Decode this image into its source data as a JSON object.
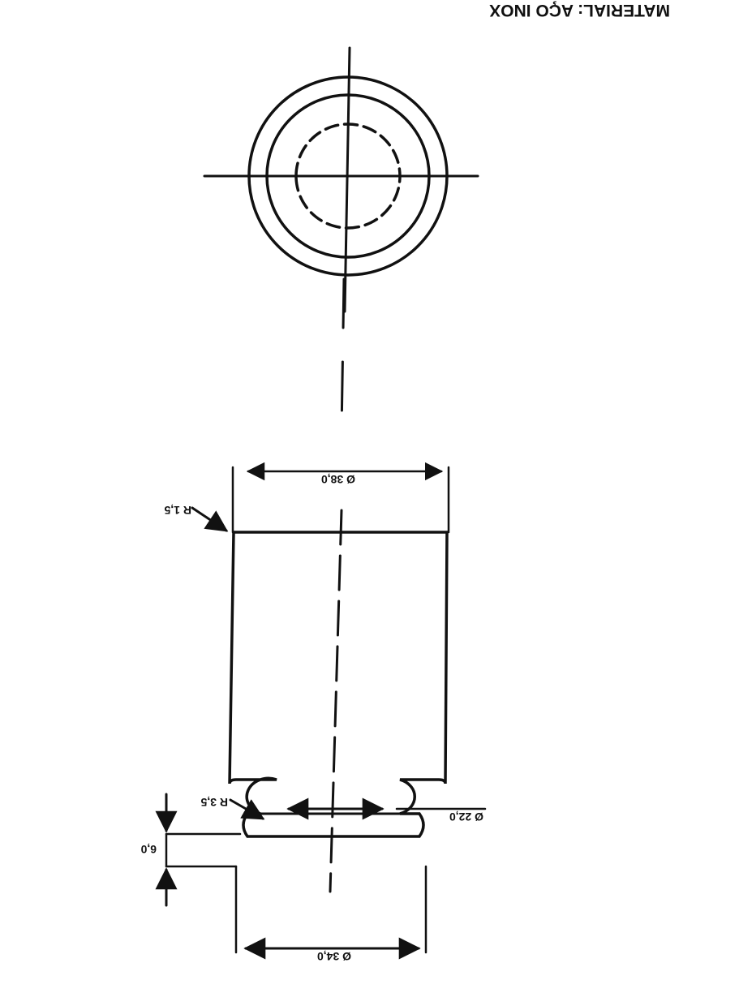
{
  "material": "MATERIAL: AÇO INOX",
  "dimensions": {
    "top_diameter": "Ø 38,0",
    "top_radius": "R 1,5",
    "neck_radius": "R 3,5",
    "neck_diameter": "Ø 22,0",
    "flange_height": "6,0",
    "base_diameter": "Ø 34,0"
  },
  "colors": {
    "ink": "#111111",
    "paper": "#ffffff"
  }
}
